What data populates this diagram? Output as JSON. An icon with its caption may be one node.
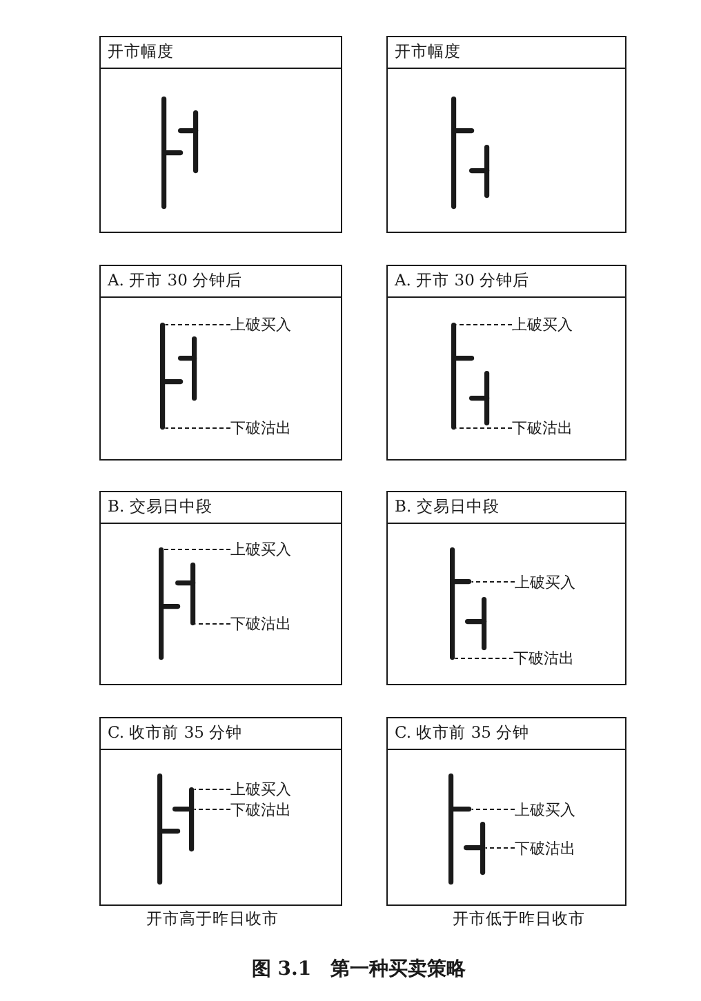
{
  "diagram": {
    "caption": "图 3.1　第一种买卖策略",
    "nodes": [
      {
        "text": [
          "开市幅度"
        ]
      },
      {
        "text": [],
        "shape": "bar",
        "in": 0
      },
      {
        "text": [],
        "shape": "bar",
        "in": 0
      },
      {
        "text": [
          "开市幅度"
        ]
      },
      {
        "text": [],
        "shape": "bar",
        "in": 3
      },
      {
        "text": [],
        "shape": "bar",
        "in": 3
      },
      {
        "text": [
          "A. 开市 30 分钟后"
        ]
      },
      {
        "text": [],
        "shape": "bar",
        "in": 6
      },
      {
        "text": [],
        "shape": "bar",
        "in": 6
      },
      {
        "text": [
          "上破买入"
        ],
        "in": 6
      },
      {
        "text": [
          "下破沽出"
        ],
        "in": 6
      },
      {
        "text": [
          "A. 开市 30 分钟后"
        ]
      },
      {
        "text": [],
        "shape": "bar",
        "in": 11
      },
      {
        "text": [],
        "shape": "bar",
        "in": 11
      },
      {
        "text": [
          "上破买入"
        ],
        "in": 11
      },
      {
        "text": [
          "下破沽出"
        ],
        "in": 11
      },
      {
        "text": [
          "B. 交易日中段"
        ]
      },
      {
        "text": [],
        "shape": "bar",
        "in": 16
      },
      {
        "text": [],
        "shape": "bar",
        "in": 16
      },
      {
        "text": [
          "上破买入"
        ],
        "in": 16
      },
      {
        "text": [
          "下破沽出"
        ],
        "in": 16
      },
      {
        "text": [
          "B. 交易日中段"
        ]
      },
      {
        "text": [],
        "shape": "bar",
        "in": 21
      },
      {
        "text": [],
        "shape": "bar",
        "in": 21
      },
      {
        "text": [
          "上破买入"
        ],
        "in": 21
      },
      {
        "text": [
          "下破沽出"
        ],
        "in": 21
      },
      {
        "text": [
          "C. 收市前 35 分钟"
        ]
      },
      {
        "text": [],
        "shape": "bar",
        "in": 26
      },
      {
        "text": [],
        "shape": "bar",
        "in": 26
      },
      {
        "text": [
          "上破买入"
        ],
        "in": 26
      },
      {
        "text": [
          "下破沽出"
        ],
        "in": 26
      },
      {
        "text": [
          "C. 收市前 35 分钟"
        ]
      },
      {
        "text": [],
        "shape": "bar",
        "in": 31
      },
      {
        "text": [],
        "shape": "bar",
        "in": 31
      },
      {
        "text": [
          "上破买入"
        ],
        "in": 31
      },
      {
        "text": [
          "下破沽出"
        ],
        "in": 31
      }
    ],
    "edges": [
      {
        "from": 9,
        "to": 7,
        "arrow": "none",
        "style": "dashed"
      },
      {
        "from": 10,
        "to": 7,
        "arrow": "none",
        "style": "dashed"
      },
      {
        "from": 14,
        "to": 12,
        "arrow": "none",
        "style": "dashed"
      },
      {
        "from": 15,
        "to": 12,
        "arrow": "none",
        "style": "dashed"
      },
      {
        "from": 19,
        "to": 17,
        "arrow": "none",
        "style": "dashed"
      },
      {
        "from": 20,
        "to": 18,
        "arrow": "none",
        "style": "dashed"
      },
      {
        "from": 24,
        "to": 22,
        "arrow": "none",
        "style": "dashed"
      },
      {
        "from": 25,
        "to": 22,
        "arrow": "none",
        "style": "dashed"
      },
      {
        "from": 29,
        "to": 28,
        "arrow": "none",
        "style": "dashed"
      },
      {
        "from": 30,
        "to": 28,
        "arrow": "none",
        "style": "dashed"
      },
      {
        "from": 34,
        "to": 32,
        "arrow": "none",
        "style": "dashed"
      },
      {
        "from": 35,
        "to": 33,
        "arrow": "none",
        "style": "dashed"
      }
    ],
    "labels": [
      "开市高于昨日收市",
      "开市低于昨日收市"
    ]
  }
}
